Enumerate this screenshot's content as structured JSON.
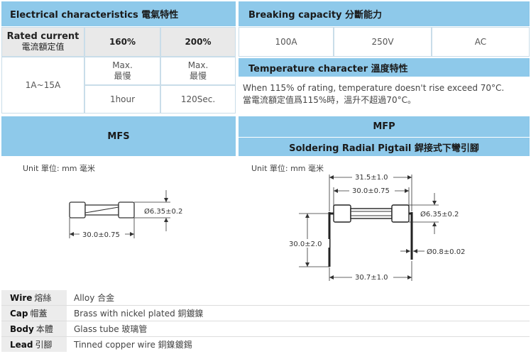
{
  "electrical": {
    "title": "Electrical characteristics 電氣特性",
    "rated_current_label_en": "Rated current",
    "rated_current_label_zh": "電流額定值",
    "col_160": "160%",
    "col_200": "200%",
    "range": "1A~15A",
    "max_160_line1": "Max.",
    "max_160_line2": "最慢",
    "max_200_line1": "Max.",
    "max_200_line2": "最慢",
    "time_160": "1hour",
    "time_200": "120Sec."
  },
  "breaking": {
    "title": "Breaking capacity 分斷能力",
    "current": "100A",
    "voltage": "250V",
    "type": "AC"
  },
  "temperature": {
    "title": "Temperature character 溫度特性",
    "text_en": "When 115% of rating, temperature doesn't rise exceed 70°C.",
    "text_zh": "當電流額定值爲115%時，溫升不超過70°C。"
  },
  "mfs": {
    "title": "MFS",
    "unit": "Unit 單位: mm 毫米",
    "dim_length": "30.0±0.75",
    "dim_diameter": "Ø6.35±0.2"
  },
  "mfp": {
    "title": "MFP",
    "subtitle": "Soldering Radial Pigtail 銲接式下彎引腳",
    "unit": "Unit 單位: mm 毫米",
    "dim_overall": "31.5±1.0",
    "dim_body": "30.0±0.75",
    "dim_diameter": "Ø6.35±0.2",
    "dim_lead_height": "30.0±2.0",
    "dim_lead_diameter": "Ø0.8±0.02",
    "dim_lead_spacing": "30.7±1.0"
  },
  "materials": [
    {
      "key_en": "Wire",
      "key_zh": "熔絲",
      "value": "Alloy 合金"
    },
    {
      "key_en": "Cap",
      "key_zh": "帽蓋",
      "value": "Brass with nickel plated 銅鍍鎳"
    },
    {
      "key_en": "Body",
      "key_zh": "本體",
      "value": "Glass tube 玻璃管"
    },
    {
      "key_en": "Lead",
      "key_zh": "引腳",
      "value": "Tinned copper wire 銅鎳鍍錫"
    }
  ],
  "colors": {
    "header": "#8ec9ea",
    "label_bg": "#e9e9e9",
    "border": "#c9dde9"
  }
}
